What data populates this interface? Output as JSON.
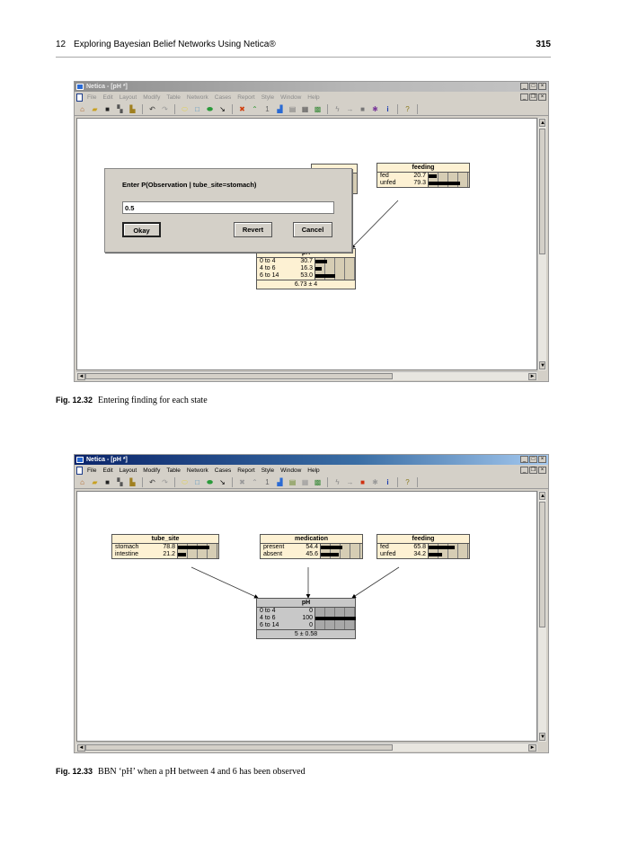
{
  "page_header": {
    "chapter_number": "12",
    "chapter_title": "Exploring Bayesian Belief Networks Using Netica®",
    "page_number": "315"
  },
  "app": {
    "window_title": "Netica - [pH *]",
    "menu": [
      "File",
      "Edit",
      "Layout",
      "Modify",
      "Table",
      "Network",
      "Cases",
      "Report",
      "Style",
      "Window",
      "Help"
    ],
    "window_controls": [
      "_",
      "□",
      "×"
    ],
    "doc_controls": [
      "_",
      "❐",
      "×"
    ],
    "toolbar_icons": [
      "new-network-icon",
      "open-icon",
      "save-icon",
      "copy-icon",
      "paste-icon",
      "undo-icon",
      "redo-icon",
      "nature-node-icon",
      "decision-node-icon",
      "utility-node-icon",
      "link-arrow-icon",
      "remove-findings-icon",
      "most-probable-icon",
      "one-icon",
      "compile-icon",
      "absorb-icon",
      "net-library-icon",
      "sensitivity-icon",
      "lightning-icon",
      "arrow-right-icon",
      "stop-icon",
      "star-icon",
      "info-icon",
      "help-icon"
    ],
    "scrollbar": {
      "up": "▲",
      "down": "▼",
      "left": "◄",
      "right": "►"
    }
  },
  "figure1": {
    "caption_label": "Fig. 12.32",
    "caption_text": "Entering finding for each state",
    "dialog": {
      "prompt": "Enter P(Observation | tube_site=stomach)",
      "input_value": "0.5",
      "okay": "Okay",
      "revert": "Revert",
      "cancel": "Cancel"
    },
    "nodes": {
      "feeding": {
        "title": "feeding",
        "states": [
          {
            "label": "fed",
            "value": "20.7"
          },
          {
            "label": "unfed",
            "value": "79.3"
          }
        ]
      },
      "ph": {
        "title": "pH",
        "states": [
          {
            "label": "0 to 4",
            "value": "30.7"
          },
          {
            "label": "4 to 6",
            "value": "16.3"
          },
          {
            "label": "6 to 14",
            "value": "53.0"
          }
        ],
        "footer": "6.73 ± 4"
      }
    }
  },
  "figure2": {
    "caption_label": "Fig. 12.33",
    "caption_text": "BBN ‘pH’ when a pH between 4 and 6 has been observed",
    "nodes": {
      "tube_site": {
        "title": "tube_site",
        "states": [
          {
            "label": "stomach",
            "value": "78.8"
          },
          {
            "label": "intestine",
            "value": "21.2"
          }
        ]
      },
      "medication": {
        "title": "medication",
        "states": [
          {
            "label": "present",
            "value": "54.4"
          },
          {
            "label": "absent",
            "value": "45.6"
          }
        ]
      },
      "feeding": {
        "title": "feeding",
        "states": [
          {
            "label": "fed",
            "value": "65.8"
          },
          {
            "label": "unfed",
            "value": "34.2"
          }
        ]
      },
      "ph": {
        "title": "pH",
        "states": [
          {
            "label": "0 to 4",
            "value": "0"
          },
          {
            "label": "4 to 6",
            "value": "100"
          },
          {
            "label": "6 to 14",
            "value": "0"
          }
        ],
        "footer": "5 ± 0.58"
      }
    }
  },
  "colors": {
    "node_fill": "#fdf1d3",
    "observed_node_fill": "#c8c8c8",
    "active_titlebar": "#0a246a",
    "inactive_titlebar": "#8e8e8e",
    "window_face": "#d4d0c8"
  }
}
